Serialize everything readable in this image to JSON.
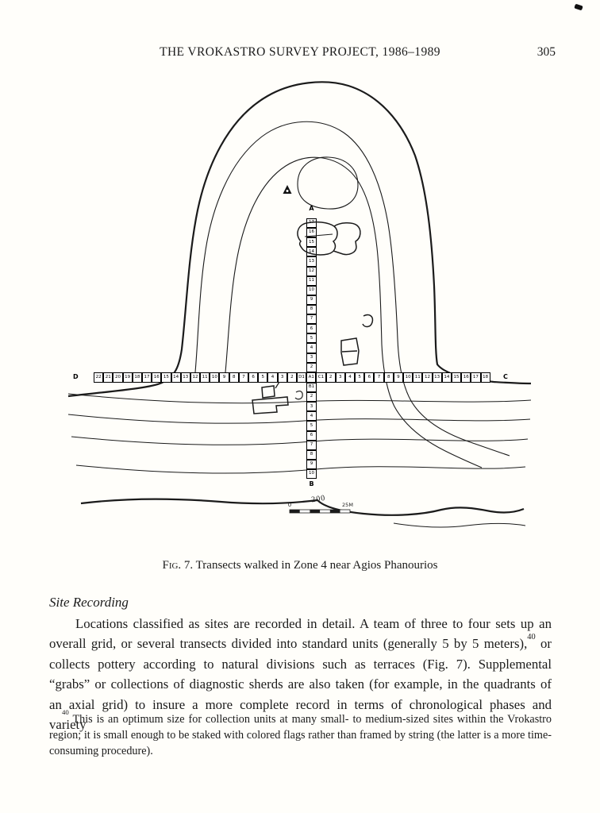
{
  "colors": {
    "paper": "#fffefa",
    "ink": "#1b1b1b"
  },
  "header": {
    "title": "THE VROKASTRO SURVEY PROJECT, 1986–1989",
    "page_number": "305"
  },
  "figure": {
    "caption_label": "Fig. 7.",
    "caption_text": "Transects walked in Zone 4 near Agios Phanourios",
    "labels": {
      "top": "A",
      "bottom": "B",
      "right": "C",
      "left": "D",
      "contour": "200",
      "scale_zero": "0",
      "scale_max": "25M"
    },
    "vertical_transect": {
      "above": [
        "17",
        "16",
        "15",
        "14",
        "13",
        "12",
        "11",
        "10",
        "9",
        "8",
        "7",
        "6",
        "5",
        "4",
        "3",
        "2"
      ],
      "below": [
        "B1",
        "2",
        "3",
        "4",
        "5",
        "6",
        "7",
        "8",
        "9",
        "10"
      ]
    },
    "horizontal_transect": {
      "left": [
        "22",
        "21",
        "20",
        "19",
        "18",
        "17",
        "16",
        "15",
        "14",
        "13",
        "12",
        "11",
        "10",
        "9",
        "8",
        "7",
        "6",
        "5",
        "4",
        "3",
        "2"
      ],
      "center": [
        "D1",
        "A1",
        "C1"
      ],
      "right": [
        "2",
        "3",
        "4",
        "5",
        "6",
        "7",
        "8",
        "9",
        "10",
        "11",
        "12",
        "13",
        "14",
        "15",
        "16",
        "17",
        "18"
      ]
    }
  },
  "section": {
    "heading": "Site Recording",
    "para_before_ref": "Locations classified as sites are recorded in detail. A team of three to four sets up an overall grid, or several transects divided into standard units (generally 5 by 5 meters),",
    "footnote_ref": "40",
    "para_after_ref": " or collects pottery according to natural divisions such as terraces (Fig. 7). Supplemental “grabs” or collections of diagnostic sherds are also taken (for example, in the quadrants of an axial grid) to insure a more complete record in terms of chronological phases and variety"
  },
  "footnote": {
    "ref": "40",
    "text": "This is an optimum size for collection units at many small- to medium-sized sites within the Vrokastro region; it is small enough to be staked with colored flags rather than framed by string (the latter is a more time-consuming procedure)."
  }
}
